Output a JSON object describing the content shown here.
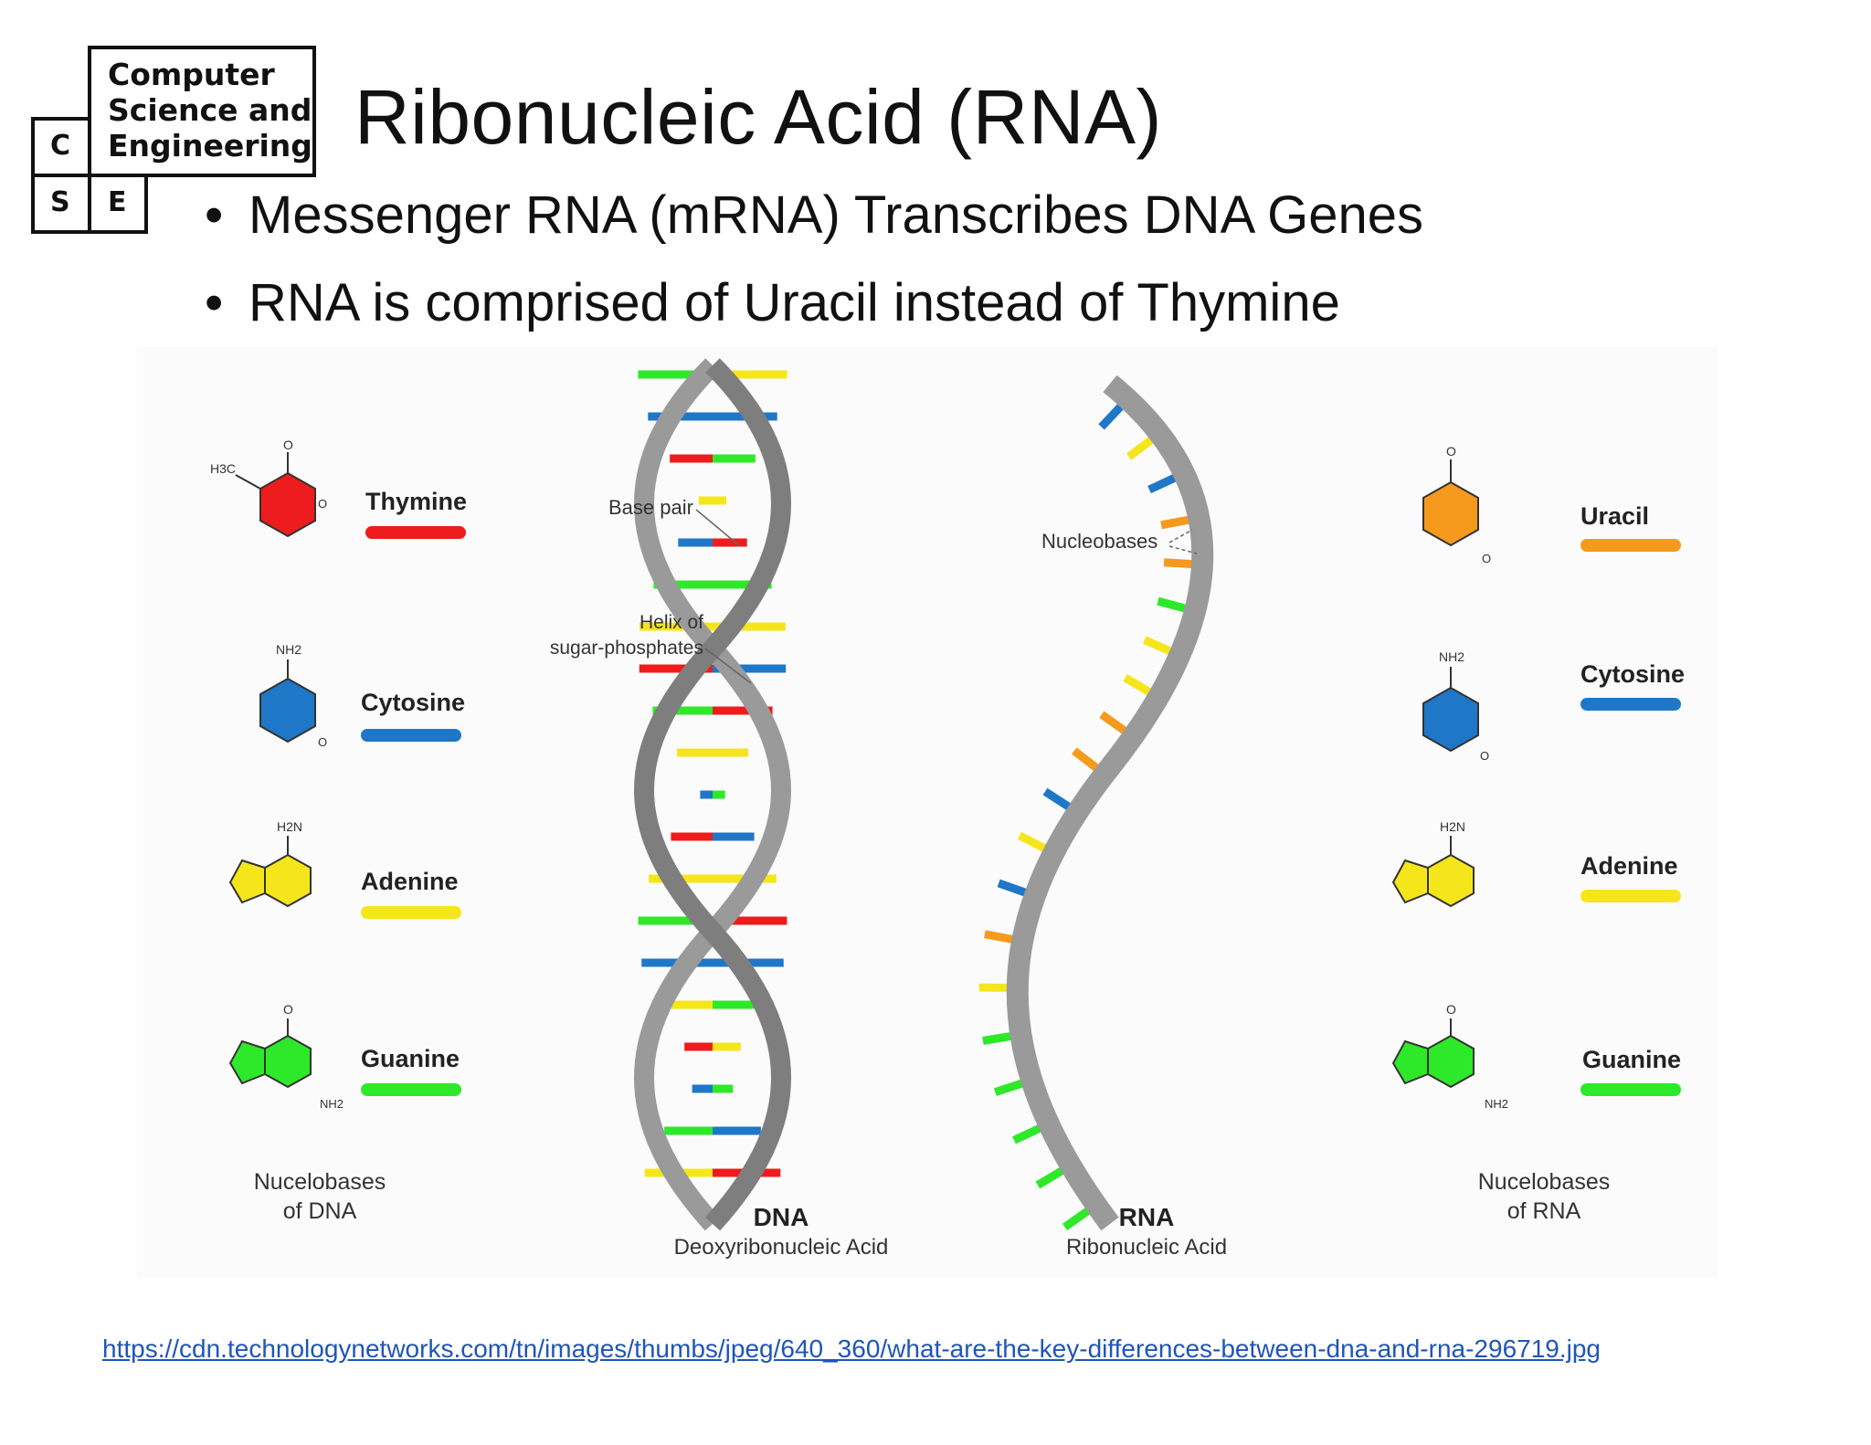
{
  "logo": {
    "lines": [
      "Computer",
      "Science and",
      "Engineering"
    ],
    "letters": [
      "C",
      "S",
      "E"
    ]
  },
  "title": "Ribonucleic Acid (RNA)",
  "bullets": [
    "Messenger RNA (mRNA) Transcribes DNA Genes",
    "RNA is comprised of Uracil instead of Thymine"
  ],
  "figure": {
    "dna_bases": [
      "Thymine",
      "Cytosine",
      "Adenine",
      "Guanine"
    ],
    "rna_bases": [
      "Uracil",
      "Cytosine",
      "Adenine",
      "Guanine"
    ],
    "dna_bases_caption": [
      "Nucelobases",
      "of DNA"
    ],
    "rna_bases_caption": [
      "Nucelobases",
      "of RNA"
    ],
    "dna_label": "DNA",
    "dna_sublabel": "Deoxyribonucleic Acid",
    "rna_label": "RNA",
    "rna_sublabel": "Ribonucleic Acid",
    "annotation_base_pair": "Base pair",
    "annotation_helix": [
      "Helix of",
      "sugar-phosphates"
    ],
    "annotation_nucleobases": "Nucleobases",
    "colors": {
      "thymine": "#ee1c1c",
      "cytosine": "#1f77c8",
      "adenine": "#f5e61b",
      "guanine": "#2ee82a",
      "uracil": "#f59a1c",
      "backbone": "#9a9a9a"
    }
  },
  "source_url": "https://cdn.technologynetworks.com/tn/images/thumbs/jpeg/640_360/what-are-the-key-differences-between-dna-and-rna-296719.jpg"
}
